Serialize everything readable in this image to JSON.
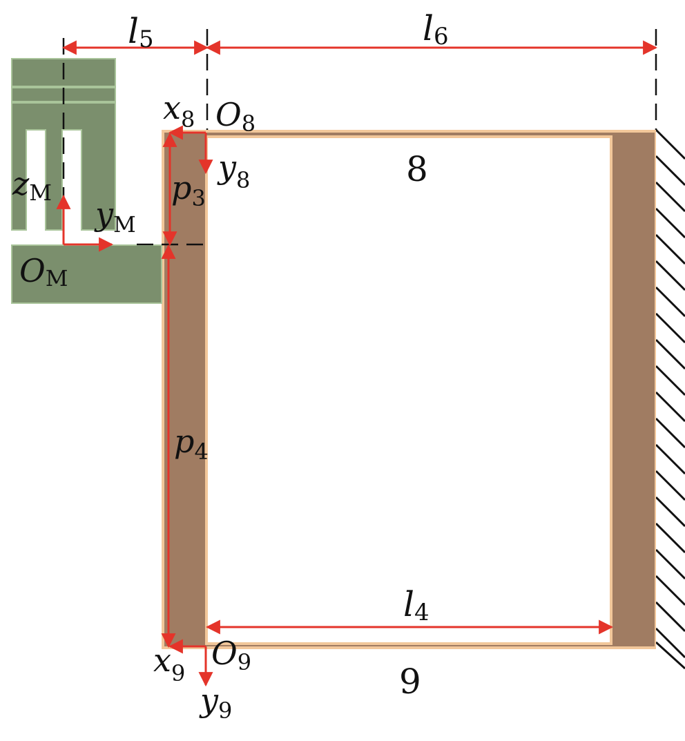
{
  "colors": {
    "brown_frame": "#a07c62",
    "frame_edge": "#f2c79a",
    "green_part": "#7b8f6d",
    "green_edge": "#a9c49a",
    "arrow_red": "#e4342a",
    "dash_black": "#111111"
  },
  "labels": {
    "l5": {
      "main": "l",
      "sub": "5"
    },
    "l6": {
      "main": "l",
      "sub": "6"
    },
    "l4": {
      "main": "l",
      "sub": "4"
    },
    "x8": {
      "main": "x",
      "sub": "8"
    },
    "O8": {
      "main": "O",
      "sub": "8"
    },
    "y8": {
      "main": "y",
      "sub": "8"
    },
    "p3": {
      "main": "p",
      "sub": "3"
    },
    "p4": {
      "main": "p",
      "sub": "4"
    },
    "zM": {
      "main": "z",
      "sub": "M"
    },
    "yM": {
      "main": "y",
      "sub": "M"
    },
    "OM": {
      "main": "O",
      "sub": "M"
    },
    "x9": {
      "main": "x",
      "sub": "9"
    },
    "O9": {
      "main": "O",
      "sub": "9"
    },
    "y9": {
      "main": "y",
      "sub": "9"
    },
    "part8": "8",
    "part9": "9"
  }
}
